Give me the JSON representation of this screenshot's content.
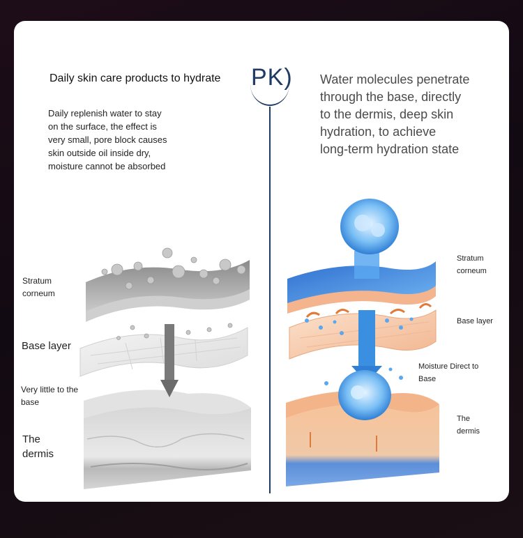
{
  "left": {
    "title": "Daily skin care products to hydrate",
    "description": "Daily replenish water to stay\non the surface, the effect is\nvery small, pore block causes\nskin outside oil inside dry,\nmoisture cannot be absorbed",
    "labels": {
      "stratum": "Stratum\ncorneum",
      "base": "Base layer",
      "very_little": "Very little to the\nbase",
      "dermis": "The\ndermis"
    }
  },
  "center": {
    "pk": "PK)"
  },
  "right": {
    "description": "Water molecules penetrate\nthrough the base, directly\nto the dermis, deep skin\nhydration, to achieve\nlong-term hydration state",
    "labels": {
      "stratum": "Stratum\ncorneum",
      "base": "Base layer",
      "moisture": "Moisture Direct to\nBase",
      "dermis": "The\ndermis"
    }
  },
  "colors": {
    "accent": "#1f3a63",
    "water": "#3a8fe0",
    "skin": "#f2b58f",
    "gray": "#9a9a9a"
  }
}
